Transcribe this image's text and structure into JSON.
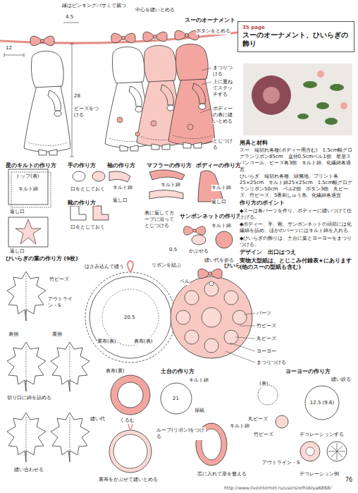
{
  "diagram": {
    "nodes": [
      {
        "text": [
          "35 page",
          "スーのオーナメント、ひいらぎの飾り"
        ]
      },
      {
        "text": [
          "12.5 (9.6)"
        ]
      }
    ],
    "labels": [
      "スーのオーナメント",
      "縁はピンキングバサミで裁つ",
      "4.5",
      "12",
      "28",
      "ビーズをつける",
      "中心を縫いとめる",
      "ボタンをとめる",
      "まつりつける",
      "上に重ねてステッチする",
      "ボディーの表に縫いとめる",
      "とじつける",
      "星のキルトの作り方",
      "トップ(表)",
      "キルト綿",
      "返し口",
      "返し口",
      "手の作り方",
      "口をとじておく",
      "靴の作り方",
      "口をとじておく",
      "袖の作り方",
      "キルト綿",
      "返し口",
      "マフラーの作り方",
      "キルト綿",
      "表に返してカーブに沿ってとじつける",
      "ボディーの作り方",
      "キルト綿",
      "返し口",
      "サンボンネットの作り方",
      "キルト綿",
      "かぶせる",
      "0.5",
      "縫い代を折る",
      "ひいらぎの葉の作り方 (9枚)",
      "竹ビーズ",
      "アウトライン・S",
      "表側",
      "裏側",
      "切り口に綿を詰める",
      "縫い代",
      "縫い合わせる",
      "ひいらぎ",
      "はさみ込んで縫う",
      "リボンを結ぶ",
      "20.5",
      "表布(表)",
      "裏布(表)",
      "ベル",
      "パーツ",
      "竹ビーズ",
      "丸ビーズ",
      "ヨーヨー",
      "まつりつける",
      "土台の作り方",
      "表布(裏)",
      "キルト綿",
      "21",
      "厚紙",
      "くるむ",
      "ループ(リボン)をつける",
      "裏布をかぶせて縫いとめる",
      "キルト綿",
      "芯に入れて形を整える",
      "ヨーヨーの作り方",
      "縫い絞る",
      "(表)",
      "丸ビーズ",
      "竹ビーズ",
      "デコレーションする",
      "アウトライン・S",
      "デコレーション例",
      "76",
      "http://www.liveinternet.ru/users/orhideya6868/",
      "用具と材料",
      "スー　端切れ各種(ボディー用含む)　1.5cm幅グログランリボン85cm　直径0.5cmベル1個　星形スパンコール、ビーズ各3個　キルト綿、化繊綿各適宜",
      "ひいらぎ　端切れ各種　緑無地、プリント各25×25cm　キルト綿25×25cm　1.5cm幅グログランリボン50cm　ベル2個　ボタン3個　丸ビーズ、竹ビーズ、5番刺しゅう糸、化繊綿各適宜",
      "作り方のポイント",
      "◆スーは各パーツを作り、ボディーに縫いつけて仕上げる。",
      "◆ボディー、手、靴、サンボンネットの頭部には化繊綿を詰め、ほかのパーツにはキルト綿を入れる。",
      "◆ひいらぎの飾りは、土台に葉とヨーヨーをまつりつける。",
      "デザイン　出口はつえ",
      "実物大型紙は、とじこみ付録表★にあります(他のスーの型紙も含む)"
    ]
  }
}
